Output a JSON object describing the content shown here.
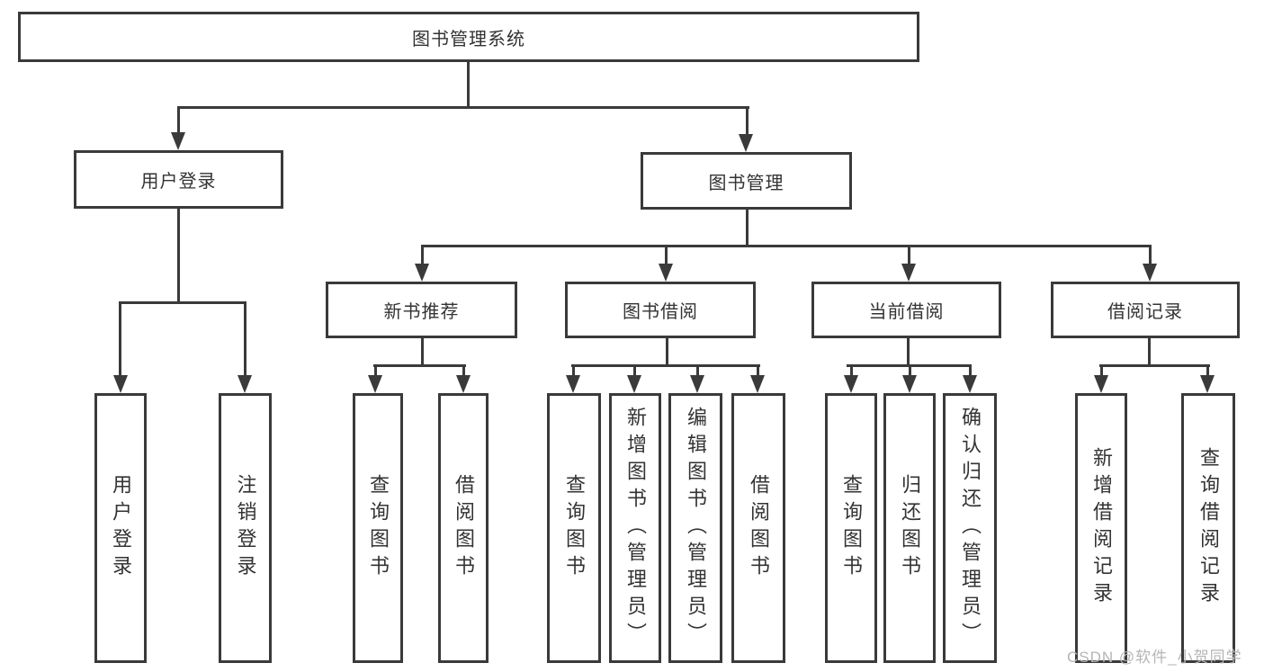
{
  "diagram": {
    "root": {
      "label": "图书管理系统"
    },
    "level2": [
      {
        "label": "用户登录"
      },
      {
        "label": "图书管理"
      }
    ],
    "level3": [
      {
        "label": "新书推荐",
        "parent": "图书管理"
      },
      {
        "label": "图书借阅",
        "parent": "图书管理"
      },
      {
        "label": "当前借阅",
        "parent": "图书管理"
      },
      {
        "label": "借阅记录",
        "parent": "图书管理"
      }
    ],
    "leaves": [
      {
        "label": "用户登录",
        "parent": "用户登录"
      },
      {
        "label": "注销登录",
        "parent": "用户登录"
      },
      {
        "label": "查询图书",
        "parent": "新书推荐"
      },
      {
        "label": "借阅图书",
        "parent": "新书推荐"
      },
      {
        "label": "查询图书",
        "parent": "图书借阅"
      },
      {
        "label": "新增图书（管理员）",
        "parent": "图书借阅"
      },
      {
        "label": "编辑图书（管理员）",
        "parent": "图书借阅"
      },
      {
        "label": "借阅图书",
        "parent": "图书借阅"
      },
      {
        "label": "查询图书",
        "parent": "当前借阅"
      },
      {
        "label": "归还图书",
        "parent": "当前借阅"
      },
      {
        "label": "确认归还（管理员）",
        "parent": "当前借阅"
      },
      {
        "label": "新增借阅记录",
        "parent": "借阅记录"
      },
      {
        "label": "查询借阅记录",
        "parent": "借阅记录"
      }
    ],
    "colors": {
      "line": "#3a3a3a",
      "text": "#333333",
      "background": "#ffffff",
      "watermark": "#b5b5b5"
    }
  },
  "watermark": {
    "text": "CSDN @软件_小贺同学"
  }
}
